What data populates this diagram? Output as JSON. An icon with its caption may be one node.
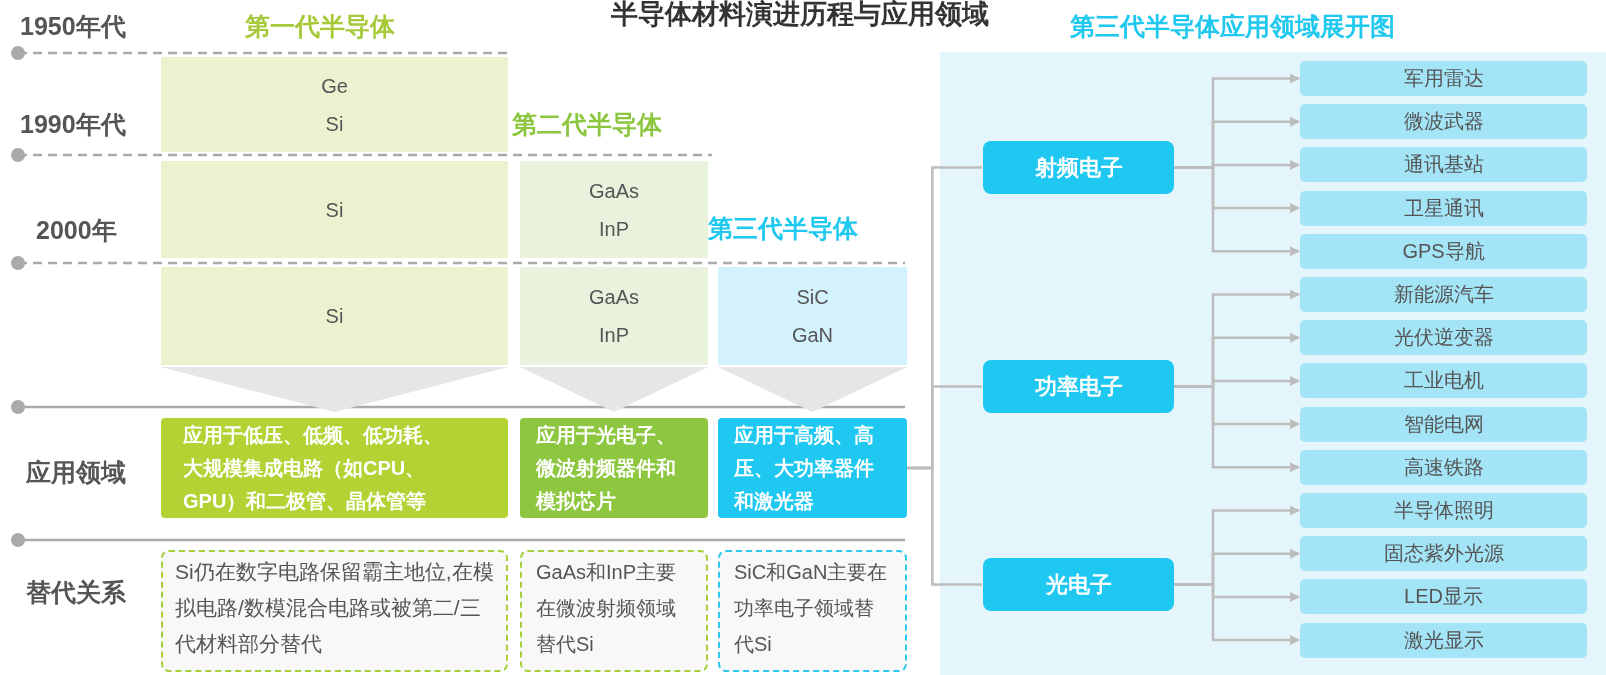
{
  "diagram": {
    "title": "半导体材料演进历程与应用领域",
    "nodes": [
      {
        "text": [
          "Ge",
          "Si"
        ]
      },
      {
        "text": [
          "Si"
        ]
      },
      {
        "text": [
          "GaAs",
          "InP"
        ]
      },
      {
        "text": [
          "Si"
        ]
      },
      {
        "text": [
          "GaAs",
          "InP"
        ]
      },
      {
        "text": [
          "SiC",
          "GaN"
        ]
      },
      {
        "text": [
          "应用于低压、低频、低功耗、大规模集成电路（如CPU、GPU）和二极管、晶体管等"
        ]
      },
      {
        "text": [
          "应用于光电子、微波射频器件和模拟芯片"
        ]
      },
      {
        "text": [
          "应用于高频、高压、大功率器件和激光器"
        ]
      },
      {
        "text": [
          "Si仍在数字电路保留霸主地位,在模拟电路/数模混合电路或被第二/三代材料部分替代"
        ]
      },
      {
        "text": [
          "GaAs和InP主要在微波射频领域替代Si"
        ]
      },
      {
        "text": [
          "SiC和GaN主要在功率电子领域替代Si"
        ]
      },
      {
        "text": [
          "第三代半导体应用领域展开图"
        ]
      },
      {
        "text": [
          "射频电子"
        ],
        "in": 12
      },
      {
        "text": [
          "功率电子"
        ],
        "in": 12
      },
      {
        "text": [
          "光电子"
        ],
        "in": 12
      },
      {
        "text": [
          "军用雷达"
        ],
        "in": 12
      },
      {
        "text": [
          "微波武器"
        ],
        "in": 12
      },
      {
        "text": [
          "通讯基站"
        ],
        "in": 12
      },
      {
        "text": [
          "卫星通讯"
        ],
        "in": 12
      },
      {
        "text": [
          "GPS导航"
        ],
        "in": 12
      },
      {
        "text": [
          "新能源汽车"
        ],
        "in": 12
      },
      {
        "text": [
          "光伏逆变器"
        ],
        "in": 12
      },
      {
        "text": [
          "工业电机"
        ],
        "in": 12
      },
      {
        "text": [
          "智能电网"
        ],
        "in": 12
      },
      {
        "text": [
          "高速铁路"
        ],
        "in": 12
      },
      {
        "text": [
          "半导体照明"
        ],
        "in": 12
      },
      {
        "text": [
          "固态紫外光源"
        ],
        "in": 12
      },
      {
        "text": [
          "LED显示"
        ],
        "in": 12
      },
      {
        "text": [
          "激光显示"
        ],
        "in": 12
      }
    ],
    "edges": [
      {
        "from": 3,
        "to": 6,
        "arrow": "to"
      },
      {
        "from": 4,
        "to": 7,
        "arrow": "to"
      },
      {
        "from": 5,
        "to": 8,
        "arrow": "to"
      },
      {
        "from": 8,
        "to": 13,
        "arrow": "none"
      },
      {
        "from": 8,
        "to": 14,
        "arrow": "none"
      },
      {
        "from": 8,
        "to": 15,
        "arrow": "none"
      },
      {
        "from": 13,
        "to": 16,
        "arrow": "to"
      },
      {
        "from": 13,
        "to": 17,
        "arrow": "to"
      },
      {
        "from": 13,
        "to": 18,
        "arrow": "to"
      },
      {
        "from": 13,
        "to": 19,
        "arrow": "to"
      },
      {
        "from": 13,
        "to": 20,
        "arrow": "to"
      },
      {
        "from": 14,
        "to": 21,
        "arrow": "to"
      },
      {
        "from": 14,
        "to": 22,
        "arrow": "to"
      },
      {
        "from": 14,
        "to": 23,
        "arrow": "to"
      },
      {
        "from": 14,
        "to": 24,
        "arrow": "to"
      },
      {
        "from": 14,
        "to": 25,
        "arrow": "to"
      },
      {
        "from": 15,
        "to": 26,
        "arrow": "to"
      },
      {
        "from": 15,
        "to": 27,
        "arrow": "to"
      },
      {
        "from": 15,
        "to": 28,
        "arrow": "to"
      },
      {
        "from": 15,
        "to": 29,
        "arrow": "to"
      }
    ],
    "labels": [
      "1950年代",
      "第一代半导体",
      "1990年代",
      "第二代半导体",
      "2000年",
      "第三代半导体",
      "应用领域",
      "替代关系"
    ]
  }
}
